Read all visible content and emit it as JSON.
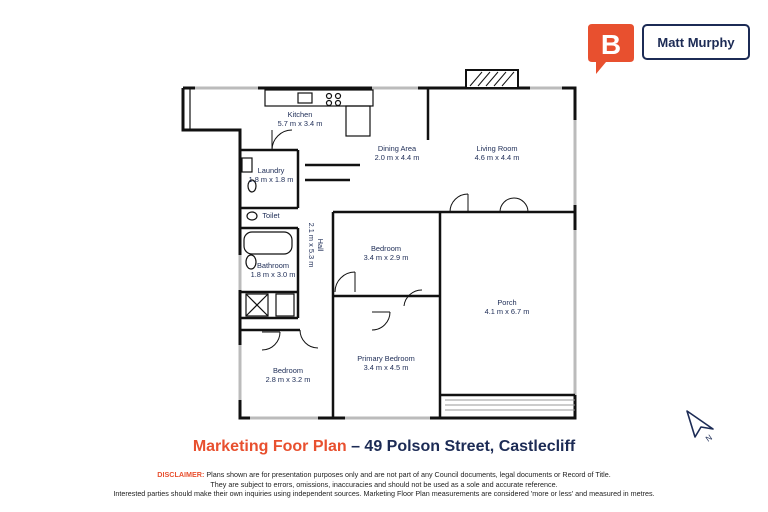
{
  "brand": {
    "name": "Matt Murphy",
    "accent": "#e8502f",
    "navy": "#1c2b55",
    "icon": "b-logo-icon"
  },
  "rooms": {
    "kitchen": {
      "name": "Kitchen",
      "size": "5.7 m x 3.4 m"
    },
    "dining": {
      "name": "Dining Area",
      "size": "2.0 m x 4.4 m"
    },
    "living": {
      "name": "Living Room",
      "size": "4.6 m x 4.4 m"
    },
    "laundry": {
      "name": "Laundry",
      "size": "1.8 m x 1.8 m"
    },
    "toilet": {
      "name": "Toilet"
    },
    "hall": {
      "name": "Hall",
      "size": "2.1 m x 5.3 m"
    },
    "bedroom1": {
      "name": "Bedroom",
      "size": "3.4 m x 2.9 m"
    },
    "bathroom": {
      "name": "Bathroom",
      "size": "1.8 m x 3.0 m"
    },
    "porch": {
      "name": "Porch",
      "size": "4.1 m x 6.7 m"
    },
    "primary": {
      "name": "Primary Bedroom",
      "size": "3.4 m x 4.5 m"
    },
    "bedroom2": {
      "name": "Bedroom",
      "size": "2.8 m x 3.2 m"
    }
  },
  "compass": {
    "icon": "north-arrow-icon",
    "label": "N"
  },
  "title": {
    "prefix": "Marketing Foor Plan",
    "separator": " – ",
    "address": "49 Polson Street, Castlecliff"
  },
  "disclaimer": {
    "label": "DISCLAIMER:",
    "line1": " Plans shown are for presentation purposes only and are not part of any Council documents, legal documents or Record of Title.",
    "line2": "They are subject to errors, omissions, inaccuracies and should not be used as a sole and accurate reference.",
    "line3": "Interested parties should make their own inquiries using independent sources. Marketing Floor Plan measurements are considered 'more or less' and measured in metres."
  }
}
